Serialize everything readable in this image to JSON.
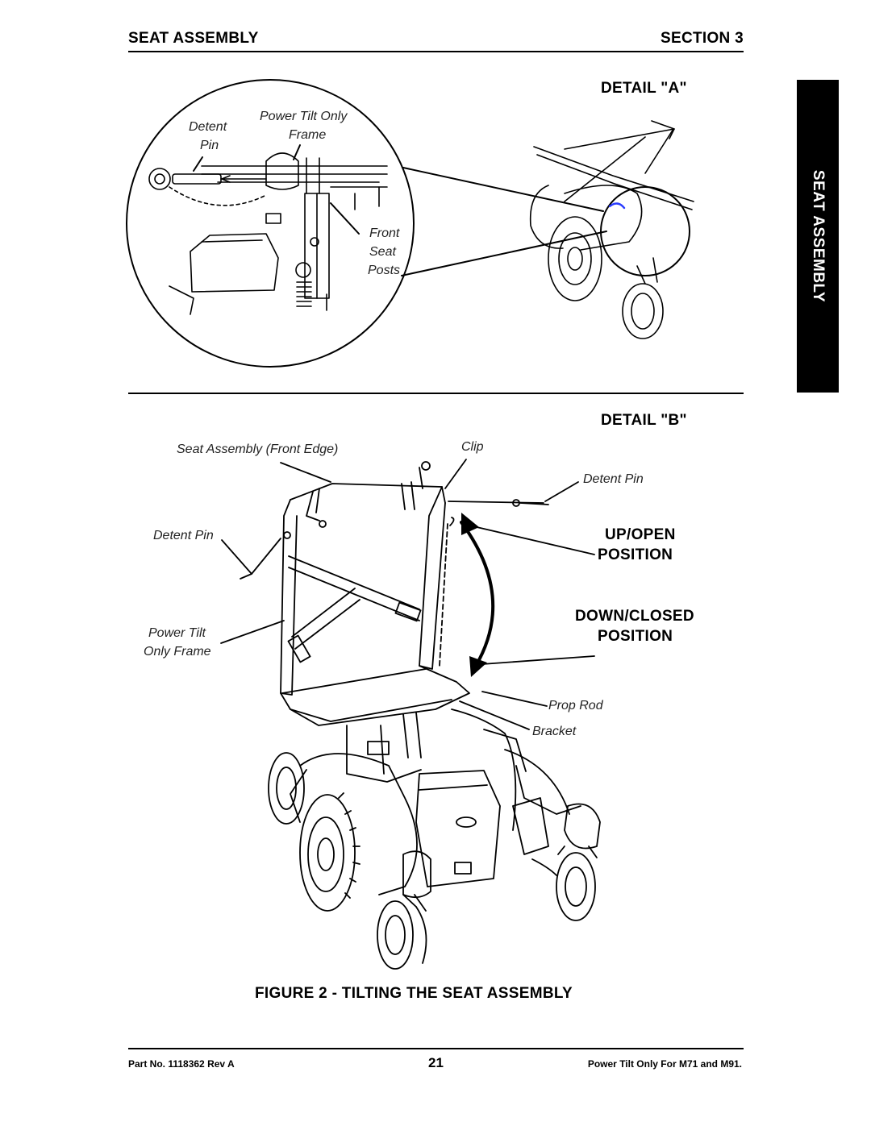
{
  "header": {
    "left": "SEAT ASSEMBLY",
    "right": "SECTION 3"
  },
  "side_tab": "SEAT ASSEMBLY",
  "detail_a": {
    "title": "DETAIL \"A\"",
    "labels": {
      "detent": "Detent",
      "pin": "Pin",
      "power_tilt_only": "Power Tilt Only",
      "frame": "Frame",
      "front": "Front",
      "seat": "Seat",
      "posts": "Posts"
    }
  },
  "detail_b": {
    "title": "DETAIL \"B\"",
    "labels": {
      "seat_assembly_front_edge": "Seat Assembly (Front Edge)",
      "clip": "Clip",
      "detent_pin_right": "Detent Pin",
      "detent_pin_left": "Detent Pin",
      "power_tilt": "Power Tilt",
      "only_frame": "Only Frame",
      "prop_rod": "Prop Rod",
      "bracket": "Bracket"
    },
    "positions": {
      "up_open_line1": "UP/OPEN",
      "up_open_line2": "POSITION",
      "down_closed_line1": "DOWN/CLOSED",
      "down_closed_line2": "POSITION"
    }
  },
  "figure_caption": "FIGURE 2 - TILTING THE SEAT ASSEMBLY",
  "footer": {
    "part_no": "Part No. 1118362 Rev A",
    "page_number": "21",
    "product": "Power Tilt Only For M71 and M91."
  }
}
